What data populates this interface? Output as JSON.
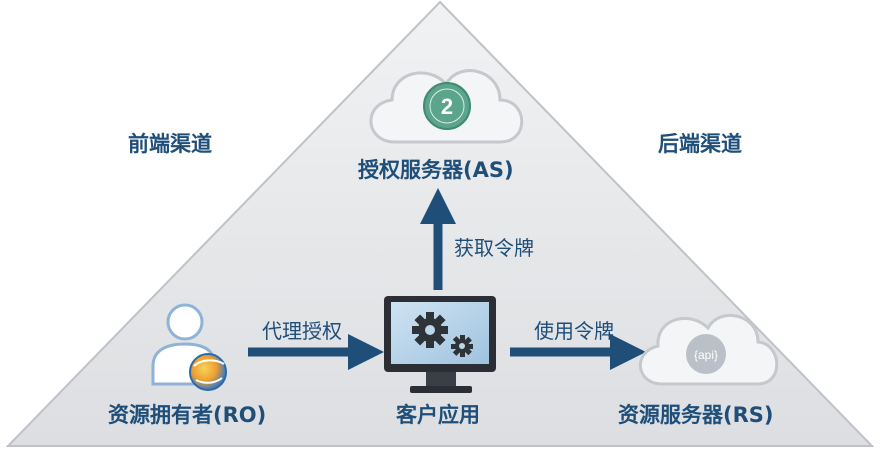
{
  "title": "",
  "channels": {
    "front": "前端渠道",
    "back": "后端渠道"
  },
  "nodes": {
    "auth_server": {
      "label": "授权服务器(AS)",
      "badge": "2",
      "icon": "oauth-cloud-icon"
    },
    "resource_owner": {
      "label": "资源拥有者(RO)",
      "icon": "user-browser-icon"
    },
    "client_app": {
      "label": "客户应用",
      "icon": "computer-gears-icon"
    },
    "resource_server": {
      "label": "资源服务器(RS)",
      "badge": "{api}",
      "icon": "api-cloud-icon"
    }
  },
  "edges": {
    "get_token": "获取令牌",
    "delegate_auth": "代理授权",
    "use_token": "使用令牌"
  },
  "colors": {
    "triangle_fill": "#e6e7e8",
    "triangle_stroke": "#bfc2c6",
    "arrow": "#1f4e79",
    "text": "#1f4e79",
    "badge_green": "#5aa58c"
  }
}
